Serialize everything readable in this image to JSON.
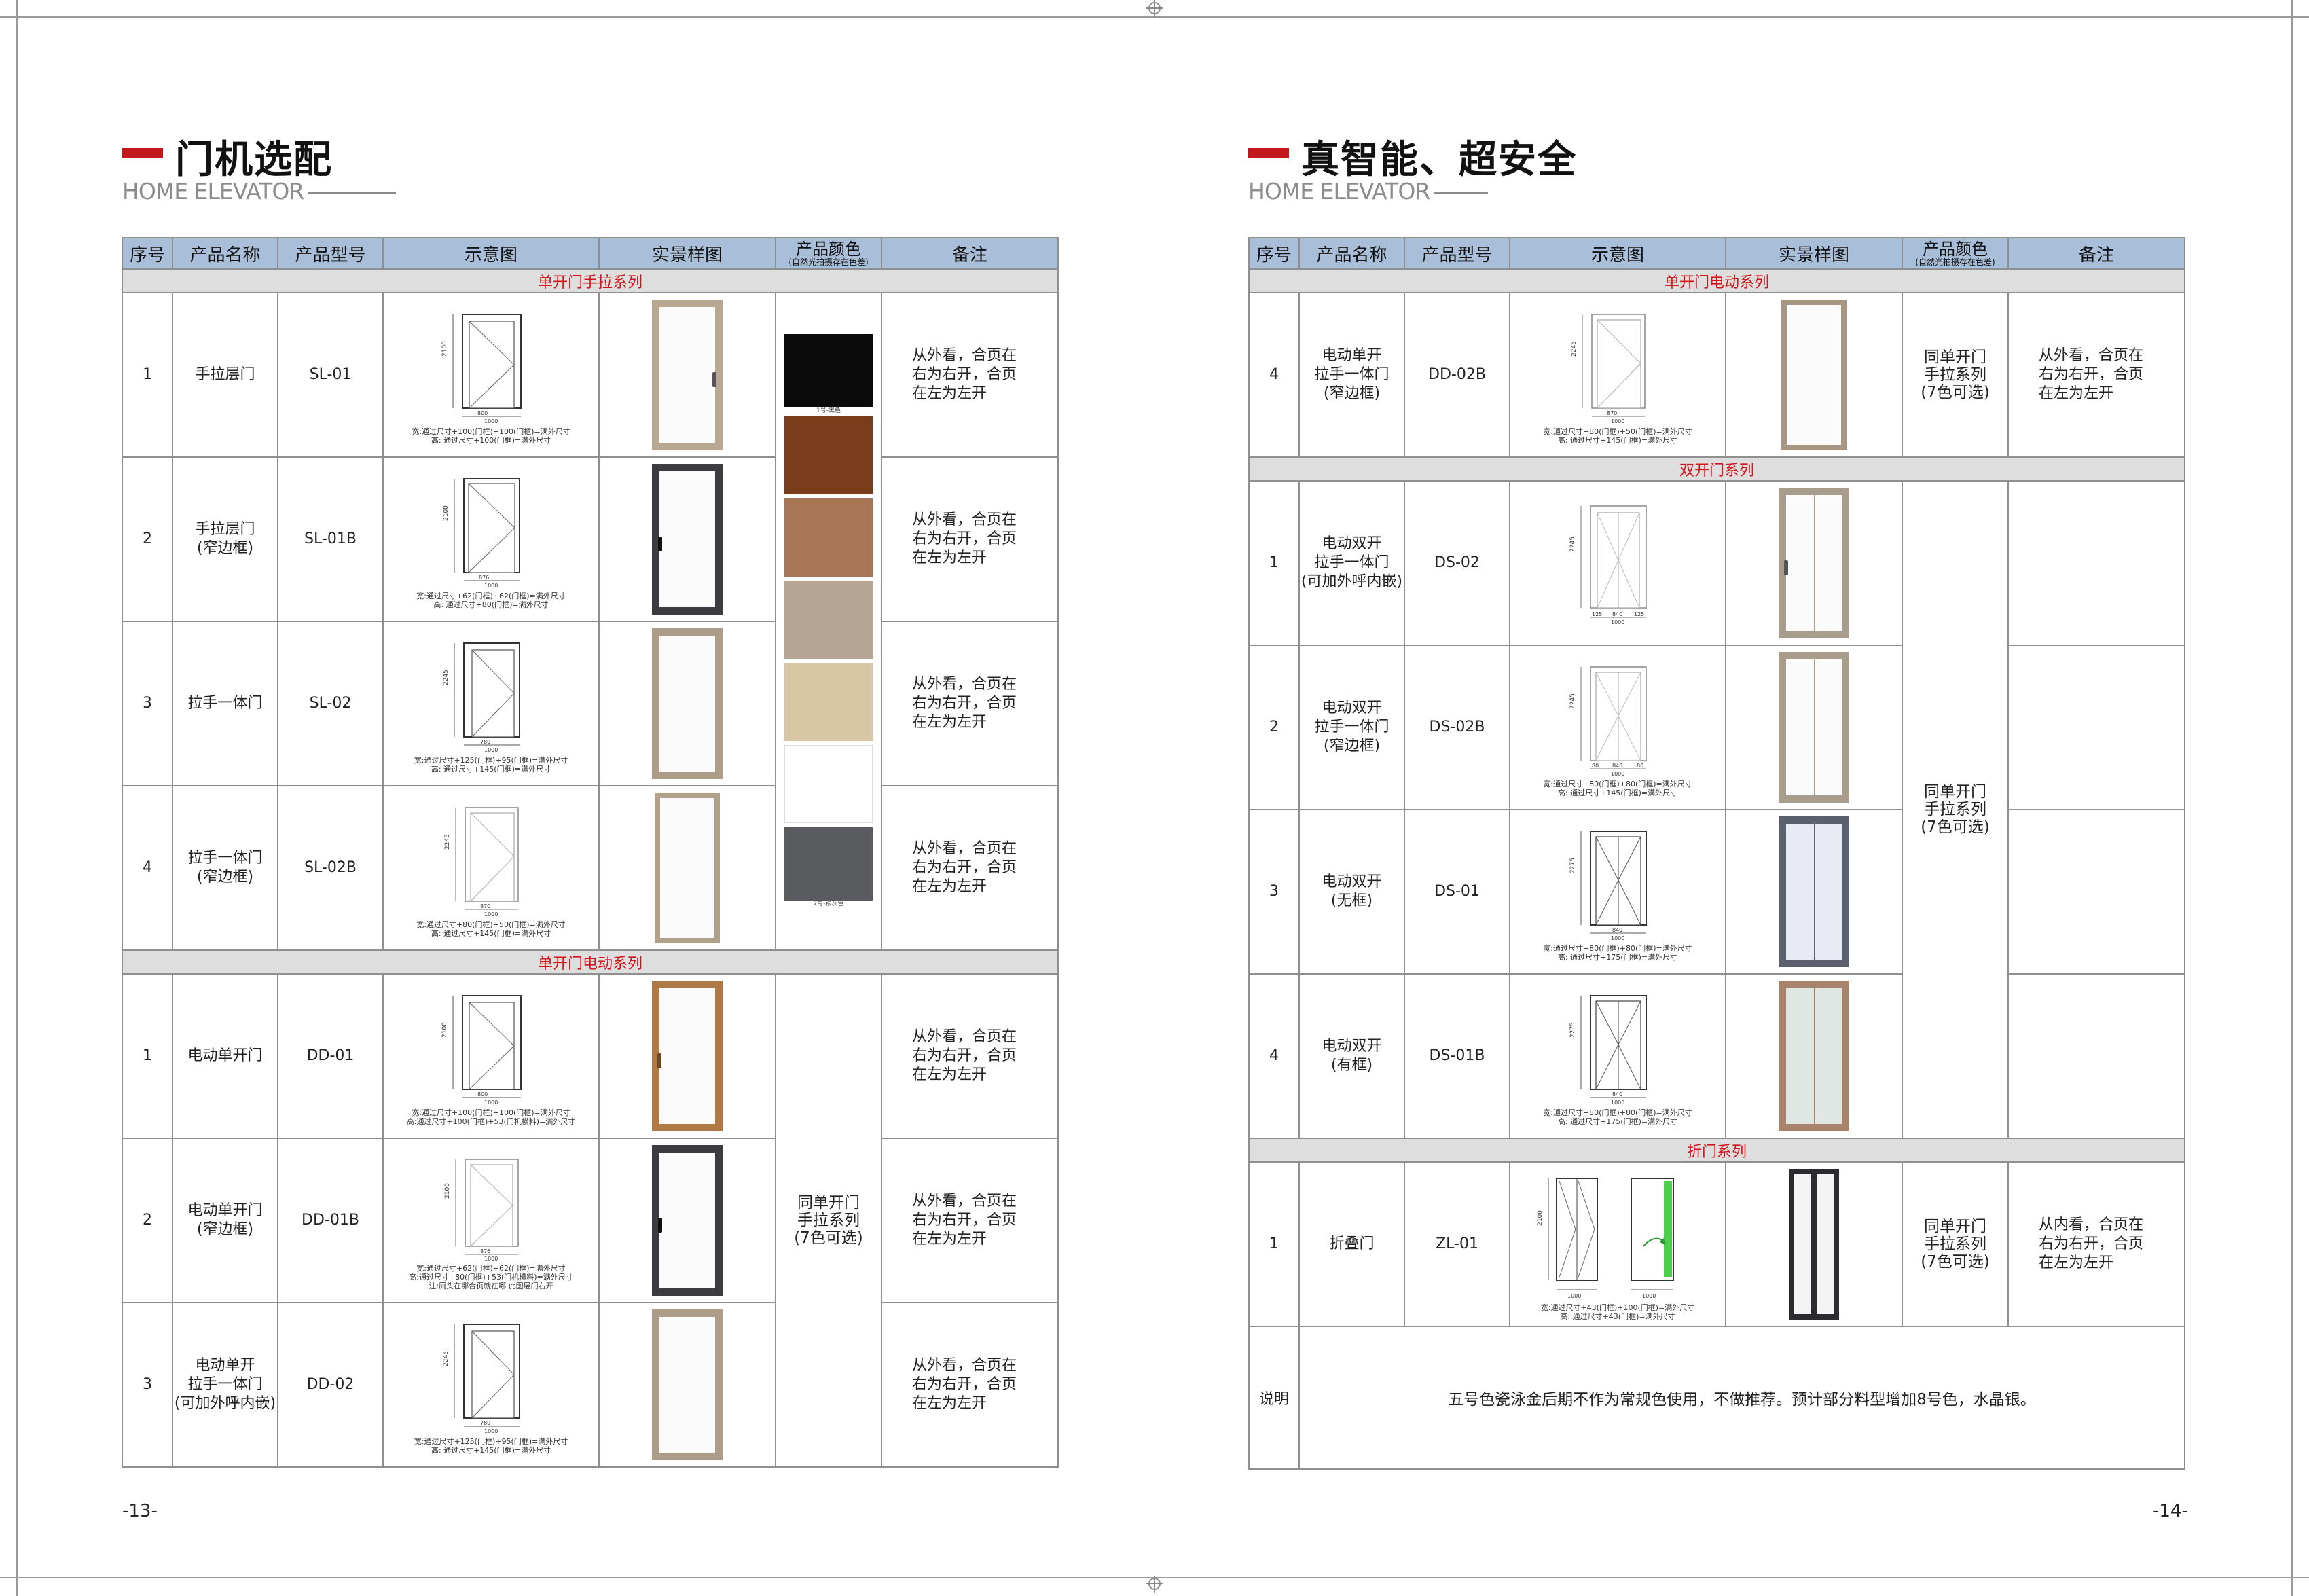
{
  "left": {
    "title": "门机选配",
    "subtitle": "HOME ELEVATOR",
    "page_number": "-13-",
    "headers": {
      "no": "序号",
      "name": "产品名称",
      "model": "产品型号",
      "diagram": "示意图",
      "photo": "实景样图",
      "color": "产品颜色",
      "color_note": "(自然光拍摄存在色差)",
      "remark": "备注"
    },
    "series_1": "单开门手拉系列",
    "series_2": "单开门电动系列",
    "rows": [
      {
        "no": "1",
        "name": "手拉层门",
        "model": "SL-01",
        "dim_w": "宽:通过尺寸+100(门框)+100(门框)=满外尺寸",
        "dim_h": "高: 通过尺寸+100(门框)=满外尺寸",
        "note": "从外看，合页在右为右开，合页在左为左开"
      },
      {
        "no": "2",
        "name": "手拉层门\n(窄边框)",
        "model": "SL-01B",
        "dim_w": "宽:通过尺寸+62(门框)+62(门框)=满外尺寸",
        "dim_h": "高: 通过尺寸+80(门框)=满外尺寸",
        "note": "从外看，合页在右为右开，合页在左为左开"
      },
      {
        "no": "3",
        "name": "拉手一体门",
        "model": "SL-02",
        "dim_w": "宽:通过尺寸+125(门框)+95(门框)=满外尺寸",
        "dim_h": "高: 通过尺寸+145(门框)=满外尺寸",
        "note": "从外看，合页在右为右开，合页在左为左开"
      },
      {
        "no": "4",
        "name": "拉手一体门\n(窄边框)",
        "model": "SL-02B",
        "dim_w": "宽:通过尺寸+80(门框)+50(门框)=满外尺寸",
        "dim_h": "高: 通过尺寸+145(门框)=满外尺寸",
        "note": "从外看，合页在右为右开，合页在左为左开"
      },
      {
        "no": "1",
        "name": "电动单开门",
        "model": "DD-01",
        "dim_w": "宽:通过尺寸+100(门框)+100(门框)=满外尺寸",
        "dim_h": "高:通过尺寸+100(门框)+53(门机横料)=满外尺寸",
        "note": "从外看，合页在右为右开，合页在左为左开"
      },
      {
        "no": "2",
        "name": "电动单开门\n(窄边框)",
        "model": "DD-01B",
        "dim_w": "宽:通过尺寸+62(门框)+62(门框)=满外尺寸",
        "dim_h": "高:通过尺寸+80(门框)+53(门机横料)=满外尺寸",
        "dim_extra": "注:厕头在哪合页就在哪 此图层门右开",
        "note": "从外看，合页在右为右开，合页在左为左开"
      },
      {
        "no": "3",
        "name": "电动单开\n拉手一体门\n(可加外呼内嵌)",
        "model": "DD-02",
        "dim_w": "宽:通过尺寸+125(门框)+95(门框)=满外尺寸",
        "dim_h": "高: 通过尺寸+145(门框)=满外尺寸",
        "note": "从外看，合页在右为右开，合页在左为左开"
      }
    ],
    "electric_color": "同单开门\n手拉系列\n(7色可选)",
    "swatches": [
      {
        "color": "#0b0b0b",
        "label": "1号-黑色"
      },
      {
        "color": "#7a3d1c",
        "label": ""
      },
      {
        "color": "#a87555",
        "label": ""
      },
      {
        "color": "#b6a593",
        "label": ""
      },
      {
        "color": "#d8c7a4",
        "label": ""
      },
      {
        "color": "#ffffff",
        "label": ""
      },
      {
        "color": "#5a5b5e",
        "label": "7号-银灰色"
      }
    ]
  },
  "right": {
    "title": "真智能、超安全",
    "subtitle": "HOME ELEVATOR",
    "page_number": "-14-",
    "headers": {
      "no": "序号",
      "name": "产品名称",
      "model": "产品型号",
      "diagram": "示意图",
      "photo": "实景样图",
      "color": "产品颜色",
      "color_note": "(自然光拍摄存在色差)",
      "remark": "备注"
    },
    "series_1": "单开门电动系列",
    "series_2": "双开门系列",
    "series_3": "折门系列",
    "row_dd02b": {
      "no": "4",
      "name": "电动单开\n拉手一体门\n(窄边框)",
      "model": "DD-02B",
      "dim_w": "宽:通过尺寸+80(门框)+50(门框)=满外尺寸",
      "dim_h": "高: 通过尺寸+145(门框)=满外尺寸",
      "color": "同单开门\n手拉系列\n(7色可选)",
      "note": "从外看，合页在右为右开，合页在左为左开"
    },
    "double_rows": [
      {
        "no": "1",
        "name": "电动双开\n拉手一体门\n(可加外呼内嵌)",
        "model": "DS-02",
        "dim_w": "",
        "dim_h": ""
      },
      {
        "no": "2",
        "name": "电动双开\n拉手一体门\n(窄边框)",
        "model": "DS-02B",
        "dim_w": "宽:通过尺寸+80(门框)+80(门框)=满外尺寸",
        "dim_h": "高: 通过尺寸+145(门框)=满外尺寸"
      },
      {
        "no": "3",
        "name": "电动双开\n(无框)",
        "model": "DS-01",
        "dim_w": "宽:通过尺寸+80(门框)+80(门框)=满外尺寸",
        "dim_h": "高: 通过尺寸+175(门框)=满外尺寸"
      },
      {
        "no": "4",
        "name": "电动双开\n(有框)",
        "model": "DS-01B",
        "dim_w": "宽:通过尺寸+80(门框)+80(门框)=满外尺寸",
        "dim_h": "高: 通过尺寸+175(门框)=满外尺寸"
      }
    ],
    "double_color": "同单开门\n手拉系列\n(7色可选)",
    "fold_row": {
      "no": "1",
      "name": "折叠门",
      "model": "ZL-01",
      "dim_w": "宽:通过尺寸+43(门框)+100(门框)=满外尺寸",
      "dim_h": "高: 通过尺寸+43(门框)=满外尺寸",
      "color": "同单开门\n手拉系列\n(7色可选)",
      "note": "从内看，合页在右为右开，合页在左为左开"
    },
    "explain_label": "说明",
    "explain_text": "五号色瓷泳金后期不作为常规色使用，不做推荐。预计部分料型增加8号色，水晶银。"
  }
}
